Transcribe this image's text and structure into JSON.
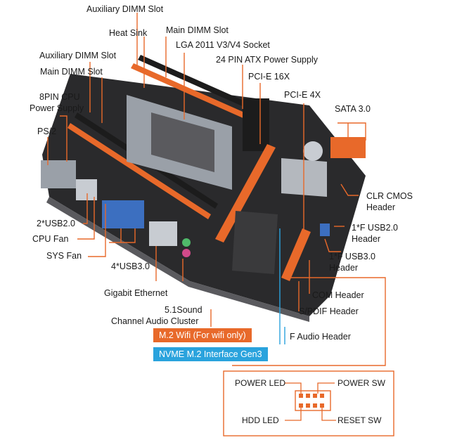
{
  "labels": {
    "aux_dimm_top": "Auxiliary DIMM Slot",
    "heat_sink": "Heat Sink",
    "main_dimm_top": "Main DIMM Slot",
    "lga_socket": "LGA 2011 V3/V4 Socket",
    "atx_power": "24 PIN ATX Power Supply",
    "pcie16": "PCI-E 16X",
    "pcie4": "PCI-E 4X",
    "sata": "SATA 3.0",
    "aux_dimm_left": "Auxiliary DIMM Slot",
    "main_dimm_left": "Main DIMM Slot",
    "cpu_power_1": "8PIN CPU",
    "cpu_power_2": "Power Supply",
    "ps2": "PS/2",
    "clr_cmos_1": "CLR CMOS",
    "clr_cmos_2": "Header",
    "usb20": "2*USB2.0",
    "cpu_fan": "CPU Fan",
    "sys_fan": "SYS Fan",
    "usb30": "4*USB3.0",
    "f_usb20_1": "1*F USB2.0",
    "f_usb20_2": "Header",
    "f_usb30_1": "1*F USB3.0",
    "f_usb30_2": "Header",
    "gigabit": "Gigabit Ethernet",
    "com": "COM Header",
    "spdif": "S/PDIF Header",
    "audio_1": "5.1Sound",
    "audio_2": "Channel Audio Cluster",
    "f_audio": "F Audio Header",
    "m2_wifi": "M.2 Wifi (For wifi only)",
    "nvme": "NVME M.2 Interface Gen3"
  },
  "pin_diagram": {
    "power_led": "POWER LED",
    "power_sw": "POWER SW",
    "hdd_led": "HDD  LED",
    "reset_sw": "RESET SW"
  },
  "colors": {
    "accent_orange": "#e8692a",
    "nvme_blue": "#2aa3dd",
    "board_dark": "#2a2a2c"
  }
}
